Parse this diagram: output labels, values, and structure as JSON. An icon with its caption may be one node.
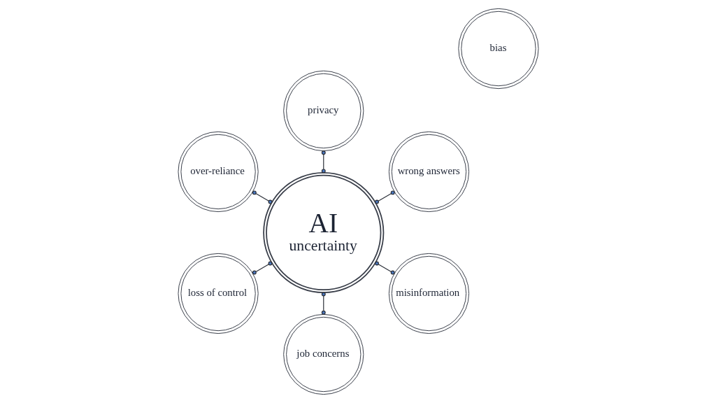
{
  "diagram": {
    "nodes": [
      {
        "text": [
          "AI",
          "uncertainty"
        ]
      },
      {
        "text": [
          "wrong answers"
        ]
      },
      {
        "text": [
          "privacy"
        ]
      },
      {
        "text": [
          "over-reliance"
        ]
      },
      {
        "text": [
          "loss of control"
        ]
      },
      {
        "text": [
          "job concerns"
        ]
      },
      {
        "text": [
          "misinformation"
        ]
      },
      {
        "text": [
          "bias"
        ]
      }
    ],
    "edges": [
      {
        "from": 1,
        "to": 0,
        "arrow": "other"
      },
      {
        "from": 2,
        "to": 0,
        "arrow": "other"
      },
      {
        "from": 3,
        "to": 0,
        "arrow": "other"
      },
      {
        "from": 4,
        "to": 0,
        "arrow": "other"
      },
      {
        "from": 5,
        "to": 0,
        "arrow": "other"
      },
      {
        "from": 6,
        "to": 0,
        "arrow": "other"
      }
    ]
  }
}
